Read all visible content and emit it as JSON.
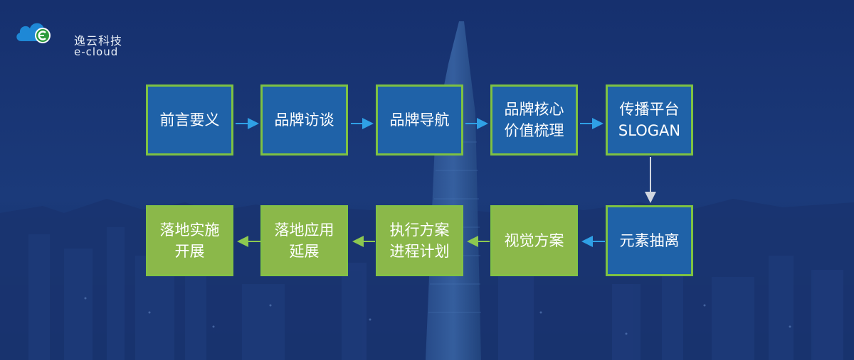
{
  "brand": {
    "name_cn": "逸云科技",
    "name_en": "e-cloud"
  },
  "flow": {
    "top_row": [
      {
        "lines": [
          "前言要义"
        ],
        "color": "blue"
      },
      {
        "lines": [
          "品牌访谈"
        ],
        "color": "blue"
      },
      {
        "lines": [
          "品牌导航"
        ],
        "color": "blue"
      },
      {
        "lines": [
          "品牌核心",
          "价值梳理"
        ],
        "color": "blue"
      },
      {
        "lines": [
          "传播平台",
          "SLOGAN"
        ],
        "color": "blue"
      }
    ],
    "bottom_row": [
      {
        "lines": [
          "落地实施",
          "开展"
        ],
        "color": "green"
      },
      {
        "lines": [
          "落地应用",
          "延展"
        ],
        "color": "green"
      },
      {
        "lines": [
          "执行方案",
          "进程计划"
        ],
        "color": "green"
      },
      {
        "lines": [
          "视觉方案"
        ],
        "color": "green"
      },
      {
        "lines": [
          "元素抽离"
        ],
        "color": "blue"
      }
    ]
  },
  "colors": {
    "blue_box": "#1f62a8",
    "green_box": "#8bb84a",
    "border_green": "#7ec242",
    "arrow_blue": "#2fa0e6",
    "arrow_green": "#8cc850"
  }
}
